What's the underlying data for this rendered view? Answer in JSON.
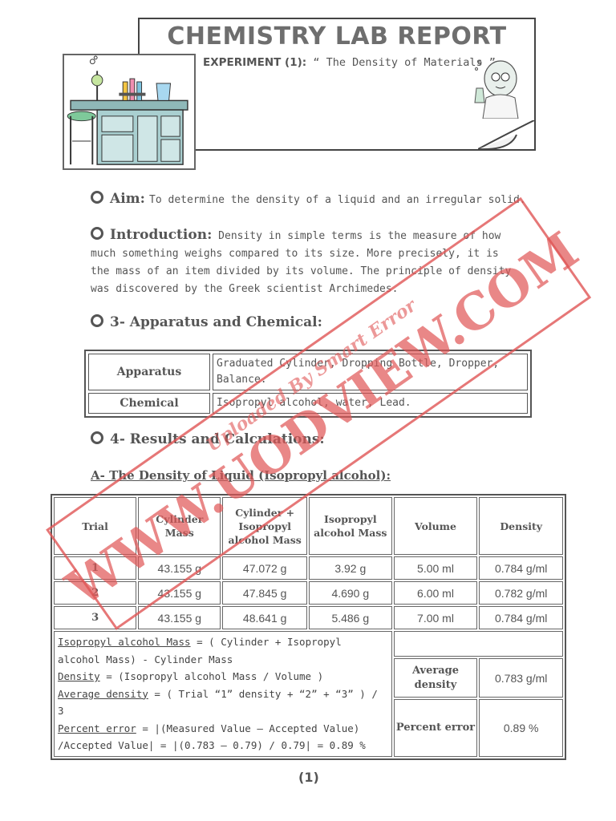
{
  "header": {
    "title": "CHEMISTRY LAB REPORT",
    "experiment_label": "EXPERIMENT (1):",
    "experiment_title": "“ The Density of Materials ”"
  },
  "aim": {
    "heading": "Aim:",
    "text": "To determine the density of a liquid and an irregular solid."
  },
  "introduction": {
    "heading": "Introduction:",
    "text_first": "Density in simple terms is the measure of how",
    "text_rest": "much something weighs compared to its size. More precisely, it is the mass of an item divided by its volume. The principle of density was discovered by the Greek scientist Archimedes."
  },
  "apparatus_section": {
    "heading": "3- Apparatus and Chemical:",
    "rows": [
      {
        "label": "Apparatus",
        "value": "Graduated Cylinder, Dropping Bottle, Dropper, Balance."
      },
      {
        "label": "Chemical",
        "value": "Isopropyl alcohol, water, Lead."
      }
    ]
  },
  "results_section": {
    "heading": "4- Results and Calculations:",
    "sub_a": "A- The Density of Liquid (Isopropyl alcohol):",
    "columns": [
      "Trial",
      "Cylinder Mass",
      "Cylinder + Isopropyl alcohol Mass",
      "Isopropyl alcohol Mass",
      "Volume",
      "Density"
    ],
    "rows": [
      [
        "1",
        "43.155 g",
        "47.072 g",
        "3.92 g",
        "5.00 ml",
        "0.784 g/ml"
      ],
      [
        "2",
        "43.155 g",
        "47.845 g",
        "4.690 g",
        "6.00 ml",
        "0.782 g/ml"
      ],
      [
        "3",
        "43.155 g",
        "48.641 g",
        "5.486 g",
        "7.00 ml",
        "0.784 g/ml"
      ]
    ],
    "notes": {
      "l1_u": "Isopropyl alcohol Mass",
      "l1_rest": " = ( Cylinder + Isopropyl alcohol Mass) - Cylinder Mass",
      "l2_u": "Density",
      "l2_rest": " = (Isopropyl alcohol Mass / Volume )",
      "l3_u": "Average density",
      "l3_rest": " = ( Trial “1” density + “2” + “3” ) / 3",
      "l4_u": "Percent error",
      "l4_rest": " = |(Measured Value – Accepted Value) /Accepted Value| = |(0.783 – 0.79) / 0.79| = 0.89 %"
    },
    "summary": [
      {
        "label": "Average density",
        "value": "0.783 g/ml"
      },
      {
        "label": "Percent error",
        "value": "0.89 %"
      }
    ]
  },
  "page_number": "(1)",
  "watermark": {
    "main": "WWW.UODVIEW.COM",
    "sub": "Uploaded By Smart Error",
    "color": "#e05555"
  },
  "illustrations": {
    "left": "chemistry-lab-bench-illustration",
    "right": "scientist-with-flask-illustration"
  }
}
